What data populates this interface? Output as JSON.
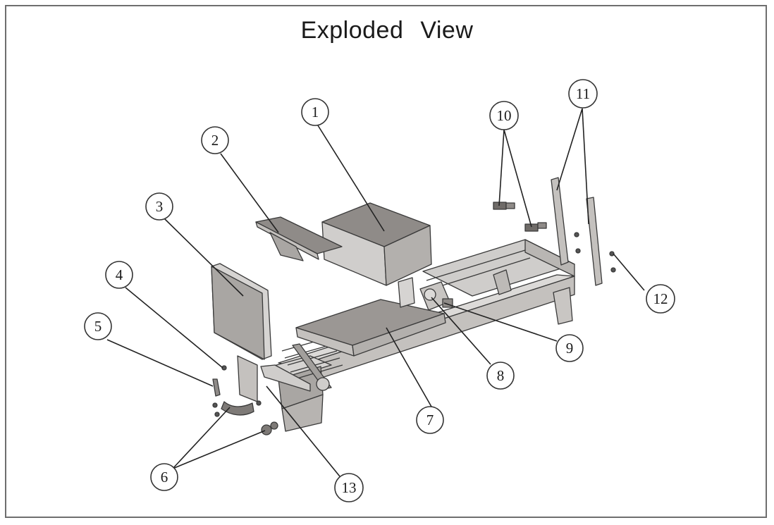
{
  "title": "Exploded View",
  "colors": {
    "frame": "#6e6e6e",
    "part_dark": "#8f8b88",
    "part_mid": "#b9b6b3",
    "part_light": "#dcdad8",
    "line": "#3a3a3a"
  },
  "callouts": [
    {
      "id": "callout-1",
      "label": "1"
    },
    {
      "id": "callout-2",
      "label": "2"
    },
    {
      "id": "callout-3",
      "label": "3"
    },
    {
      "id": "callout-4",
      "label": "4"
    },
    {
      "id": "callout-5",
      "label": "5"
    },
    {
      "id": "callout-6",
      "label": "6"
    },
    {
      "id": "callout-7",
      "label": "7"
    },
    {
      "id": "callout-8",
      "label": "8"
    },
    {
      "id": "callout-9",
      "label": "9"
    },
    {
      "id": "callout-10",
      "label": "10"
    },
    {
      "id": "callout-11",
      "label": "11"
    },
    {
      "id": "callout-12",
      "label": "12"
    },
    {
      "id": "callout-13",
      "label": "13"
    }
  ]
}
